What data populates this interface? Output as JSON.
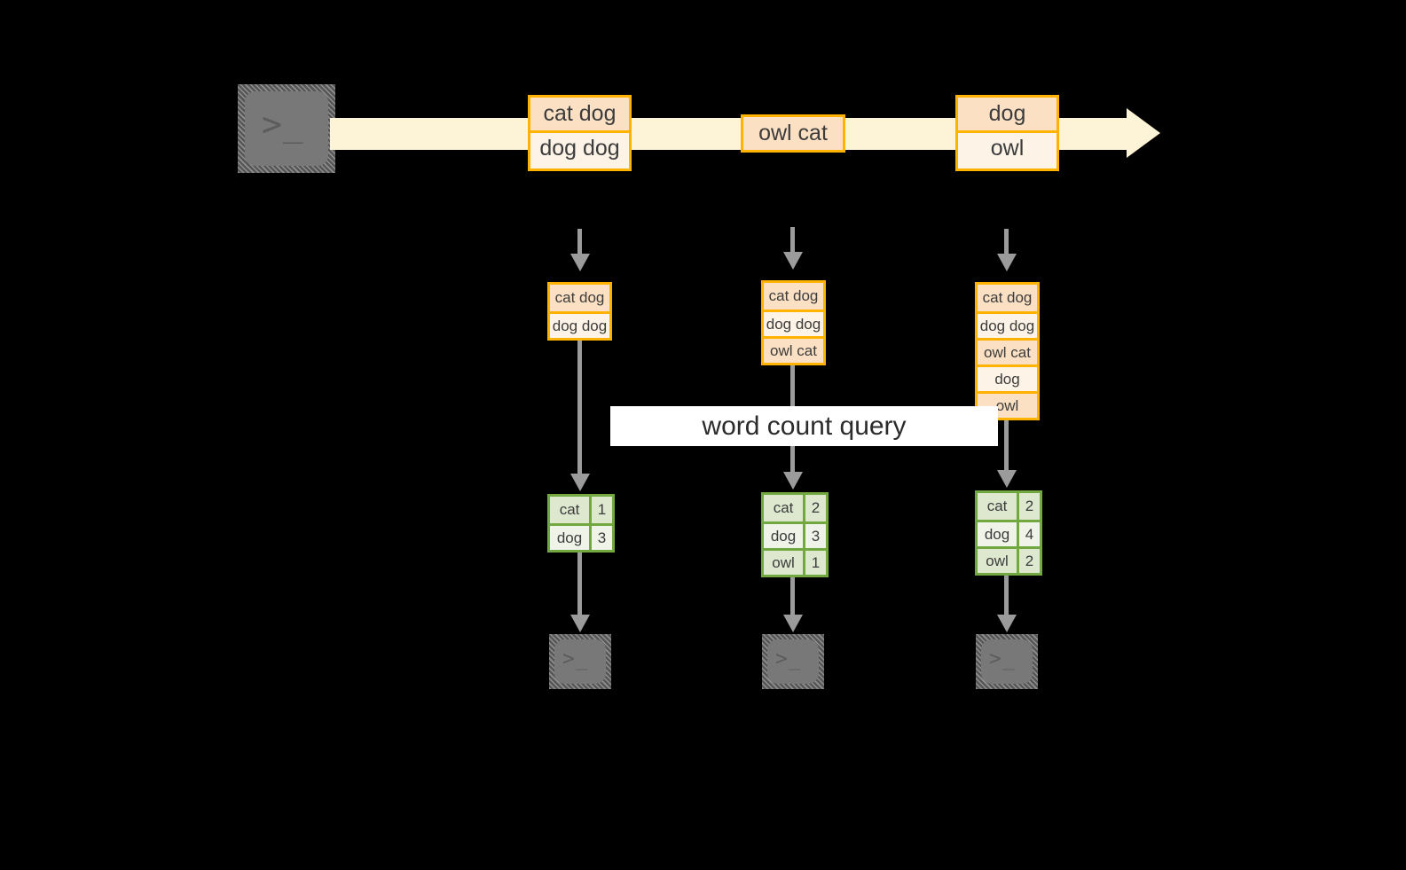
{
  "diagram": {
    "title": "",
    "colors": {
      "stream_arrow": "#FDF3D6",
      "message_border": "#FFB300",
      "message_fill_dark": "#FBE0C3",
      "message_fill_light": "#FDF3E6",
      "result_border": "#71A83F",
      "result_fill_dark": "#DDE8CF",
      "result_fill_light": "#EFF3E8",
      "connector": "#9b9b9b",
      "terminal_fill": "#787878",
      "label_band": "#FFFFFF"
    },
    "producer": {
      "icon": "terminal-icon",
      "glyphs": ">_"
    },
    "stream": {
      "arrow_icon": "arrow-right-icon",
      "messages": [
        {
          "id": "msg-1",
          "rows": [
            "cat dog",
            "dog dog"
          ]
        },
        {
          "id": "msg-2",
          "rows": [
            "owl cat"
          ]
        },
        {
          "id": "msg-3",
          "rows": [
            "dog",
            "owl"
          ]
        }
      ]
    },
    "label": "word count query",
    "snapshots": [
      {
        "id": "snapshot-1",
        "dashed_arrow_icon": "dashed-arrow-down-icon",
        "input_rows": [
          "cat dog",
          "dog dog"
        ],
        "arrow_icon": "arrow-down-icon",
        "result": {
          "rows": [
            {
              "key": "cat",
              "value": "1"
            },
            {
              "key": "dog",
              "value": "3"
            }
          ]
        },
        "consumer": {
          "icon": "terminal-icon",
          "glyphs": ">_"
        }
      },
      {
        "id": "snapshot-2",
        "dashed_arrow_icon": "dashed-arrow-down-icon",
        "input_rows": [
          "cat dog",
          "dog dog",
          "owl cat"
        ],
        "arrow_icon": "arrow-down-icon",
        "result": {
          "rows": [
            {
              "key": "cat",
              "value": "2"
            },
            {
              "key": "dog",
              "value": "3"
            },
            {
              "key": "owl",
              "value": "1"
            }
          ]
        },
        "consumer": {
          "icon": "terminal-icon",
          "glyphs": ">_"
        }
      },
      {
        "id": "snapshot-3",
        "dashed_arrow_icon": "dashed-arrow-down-icon",
        "input_rows": [
          "cat dog",
          "dog dog",
          "owl cat",
          "dog",
          "owl"
        ],
        "arrow_icon": "arrow-down-icon",
        "result": {
          "rows": [
            {
              "key": "cat",
              "value": "2"
            },
            {
              "key": "dog",
              "value": "4"
            },
            {
              "key": "owl",
              "value": "2"
            }
          ]
        },
        "consumer": {
          "icon": "terminal-icon",
          "glyphs": ">_"
        }
      }
    ]
  }
}
